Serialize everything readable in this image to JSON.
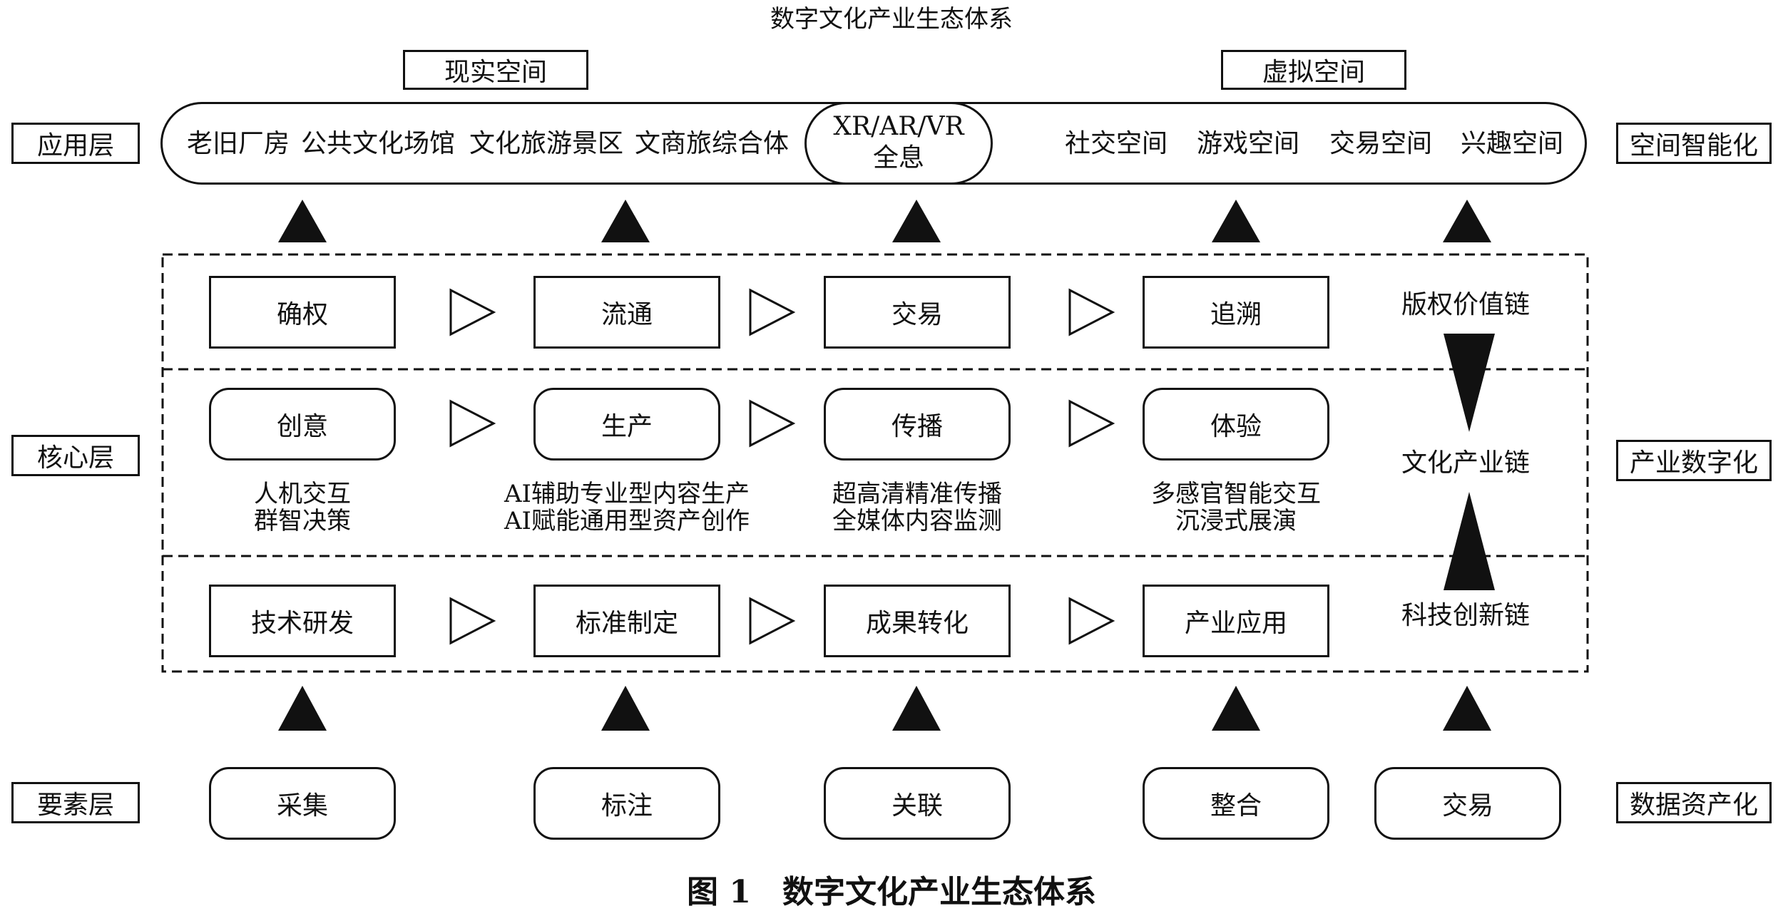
{
  "title": "数字文化产业生态体系",
  "caption": "图 1　数字文化产业生态体系",
  "space_headers": {
    "real": "现实空间",
    "virtual": "虚拟空间"
  },
  "left_labels": {
    "application": "应用层",
    "core": "核心层",
    "element": "要素层"
  },
  "right_labels": {
    "application": "空间智能化",
    "core": "产业数字化",
    "element": "数据资产化"
  },
  "application_layer": {
    "real_items": [
      "老旧厂房",
      "公共文化场馆",
      "文化旅游景区",
      "文商旅综合体"
    ],
    "center_line1": "XR/AR/VR",
    "center_line2": "全息",
    "virtual_items": [
      "社交空间",
      "游戏空间",
      "交易空间",
      "兴趣空间"
    ]
  },
  "copyright_chain": {
    "name": "版权价值链",
    "steps": [
      "确权",
      "流通",
      "交易",
      "追溯"
    ]
  },
  "culture_chain": {
    "name": "文化产业链",
    "steps": [
      {
        "label": "创意",
        "line1": "人机交互",
        "line2": "群智决策"
      },
      {
        "label": "生产",
        "line1": "AI辅助专业型内容生产",
        "line2": "AI赋能通用型资产创作"
      },
      {
        "label": "传播",
        "line1": "超高清精准传播",
        "line2": "全媒体内容监测"
      },
      {
        "label": "体验",
        "line1": "多感官智能交互",
        "line2": "沉浸式展演"
      }
    ]
  },
  "tech_chain": {
    "name": "科技创新链",
    "steps": [
      "技术研发",
      "标准制定",
      "成果转化",
      "产业应用"
    ]
  },
  "element_layer": {
    "items": [
      "采集",
      "标注",
      "关联",
      "整合",
      "交易"
    ]
  }
}
